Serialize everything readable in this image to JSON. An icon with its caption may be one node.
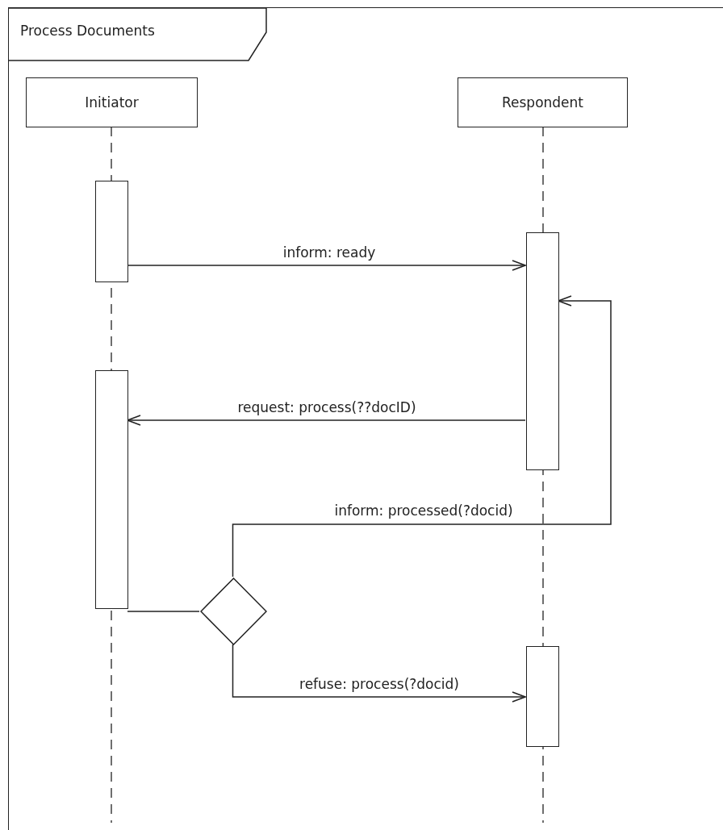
{
  "diagram": {
    "nodes": [
      {
        "text": [
          "Process Documents"
        ]
      },
      {
        "text": [
          "Initiator"
        ],
        "in": 0
      },
      {
        "text": [
          "Respondent"
        ],
        "in": 0
      },
      {
        "text": [],
        "shape": "bar",
        "in": 0
      },
      {
        "text": [],
        "shape": "bar",
        "in": 0
      },
      {
        "text": [],
        "shape": "bar",
        "in": 0
      },
      {
        "text": [],
        "shape": "diamond",
        "in": 0
      },
      {
        "text": [],
        "shape": "bar",
        "in": 0
      }
    ],
    "edges": [
      {
        "from": 3,
        "to": 5,
        "arrow": "to",
        "label": "inform: ready"
      },
      {
        "from": 5,
        "to": 4,
        "arrow": "to",
        "label": "request: process(??docID)"
      },
      {
        "from": 4,
        "to": 6,
        "arrow": "none"
      },
      {
        "from": 6,
        "to": 5,
        "arrow": "to",
        "label": "inform: processed(?docid)"
      },
      {
        "from": 6,
        "to": 7,
        "arrow": "to",
        "label": "refuse: process(?docid)"
      }
    ]
  }
}
